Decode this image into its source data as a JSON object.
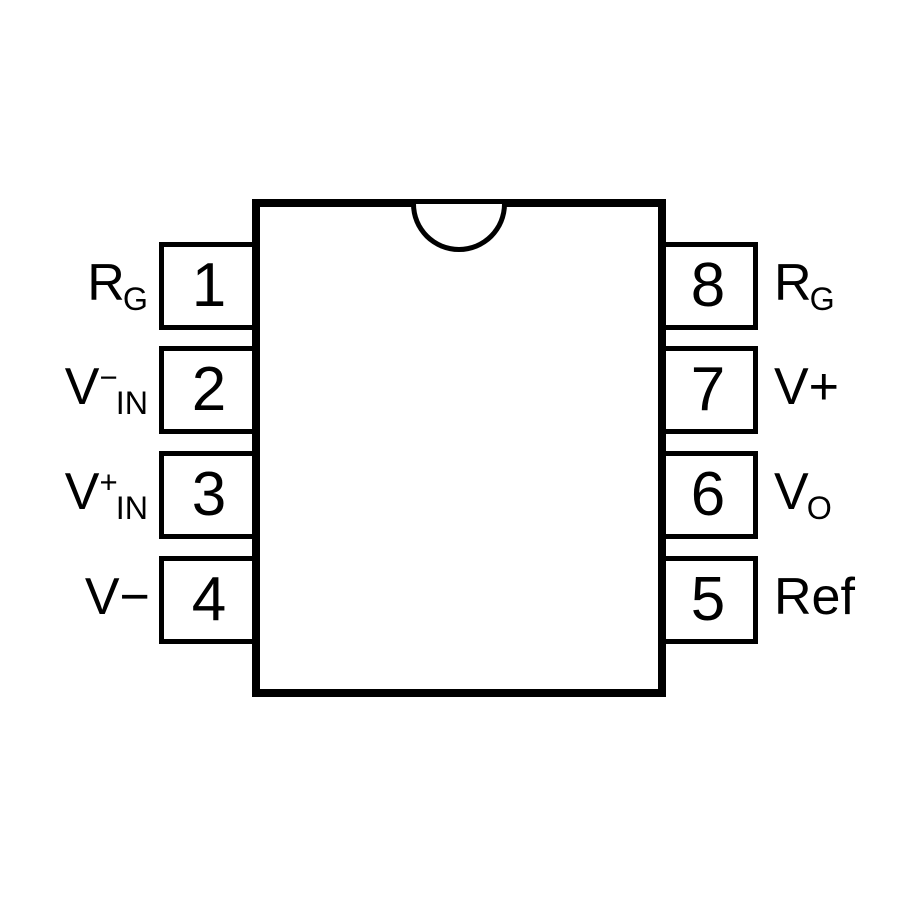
{
  "diagram": {
    "kind": "ic-pinout",
    "package": "8-pin DIP, top view",
    "colors": {
      "line": "#000000",
      "background": "#ffffff"
    },
    "left_pins": [
      {
        "number": "1",
        "label": {
          "base": "R",
          "sub": "G"
        }
      },
      {
        "number": "2",
        "label": {
          "base": "V",
          "sup": "−",
          "sub": "IN"
        }
      },
      {
        "number": "3",
        "label": {
          "base": "V",
          "sup": "+",
          "sub": "IN"
        }
      },
      {
        "number": "4",
        "label": {
          "base": "V−"
        }
      }
    ],
    "right_pins": [
      {
        "number": "8",
        "label": {
          "base": "R",
          "sub": "G"
        }
      },
      {
        "number": "7",
        "label": {
          "base": "V+"
        }
      },
      {
        "number": "6",
        "label": {
          "base": "V",
          "sub": "O"
        }
      },
      {
        "number": "5",
        "label": {
          "base": "Ref"
        }
      }
    ]
  }
}
